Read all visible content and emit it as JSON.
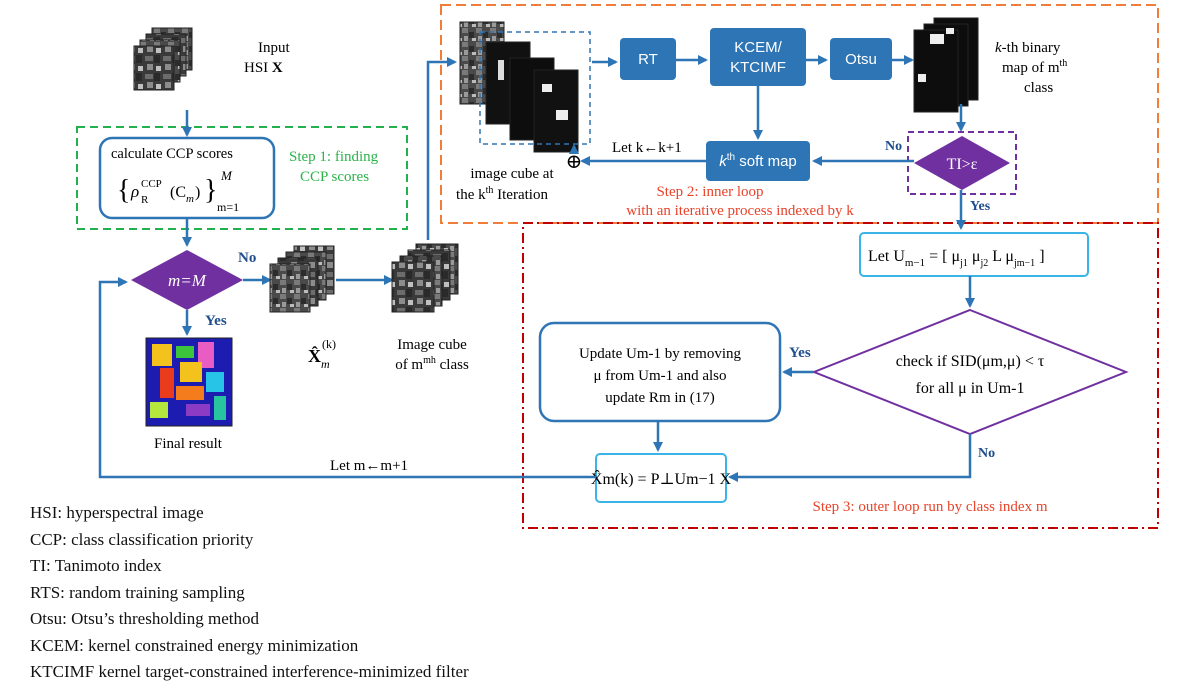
{
  "input": {
    "label_line1": "Input",
    "label_line2_prefix": "HSI ",
    "label_line2_var": "X"
  },
  "step1": {
    "box_text": "calculate CCP scores",
    "formula_left": "{",
    "formula_rho": "ρ",
    "formula_sub": "R",
    "formula_sup": "CCP",
    "formula_arg": "(C",
    "formula_arg_sub": "m",
    "formula_arg_end": ")",
    "formula_right": "}",
    "formula_upper": "M",
    "formula_lower": "m=1",
    "label_line1": "Step 1: finding",
    "label_line2": "CCP scores"
  },
  "decision_m": {
    "label": "m=M",
    "no": "No",
    "yes": "Yes"
  },
  "final": {
    "label": "Final result"
  },
  "xhat_m": {
    "label": "X̂",
    "sub": "m",
    "sup": "(k)"
  },
  "image_cube_m": {
    "line1": "Image cube",
    "line2_pre": "of m",
    "line2_sup": "mh",
    "line2_post": " class"
  },
  "step2": {
    "rt": "RT",
    "kcem_line1": "KCEM/",
    "kcem_line2": "KTCIMF",
    "otsu": "Otsu",
    "binary_line1_var": "k",
    "binary_line1": "-th binary",
    "binary_line2_pre": "map of m",
    "binary_line2_sup": "th",
    "binary_line3": "class",
    "soft_map_sup": "th",
    "soft_map_var": "k",
    "soft_map_text": " soft map",
    "ti_label": "TI>ε",
    "no": "No",
    "yes": "Yes",
    "let_k": "Let k←k+1",
    "cube_line1": "image cube at",
    "cube_line2_pre": "the k",
    "cube_line2_sup": "th",
    "cube_line2_post": " Iteration",
    "plus": "⊕",
    "label_line1": "Step 2: inner loop",
    "label_line2": "with an iterative process indexed by k"
  },
  "step3": {
    "let_u": "Let  U",
    "let_u_sub": "m−1",
    "let_u_rest": " = [ μ",
    "let_u_j1": "j1",
    "let_u_mu2": " μ",
    "let_u_j2": "j2",
    "let_u_L": "  L  μ",
    "let_u_jm": "jm−1",
    "let_u_end": " ]",
    "check_line1": "check if  SID(μm,μ) < τ",
    "check_line2": "for all μ in Um-1",
    "update_line1": "Update Um-1 by removing",
    "update_line2": "μ from Um-1 and also",
    "update_line3": "update Rm in (17)",
    "yes": "Yes",
    "no": "No",
    "xhat_formula": "X̂m(k) = P⊥Um−1 X",
    "let_m": "Let m←m+1",
    "label": "Step 3: outer loop run by class index m"
  },
  "legend": [
    "HSI: hyperspectral image",
    "CCP: class classification priority",
    "TI: Tanimoto index",
    "RTS: random training sampling",
    "Otsu: Otsu’s thresholding method",
    "KCEM: kernel constrained energy minimization",
    "KTCIMF kernel target-constrained interference-minimized filter"
  ],
  "colors": {
    "arrow": "#2e75b6",
    "box_blue": "#2e75b6",
    "decision_purple": "#7030a0",
    "green_dash": "#22b14c",
    "orange_dash": "#f07e3a",
    "red_dash": "#c00000",
    "cyan_border": "#3ab4e6",
    "label_red": "#e8432a",
    "label_green": "#2bb34a"
  }
}
